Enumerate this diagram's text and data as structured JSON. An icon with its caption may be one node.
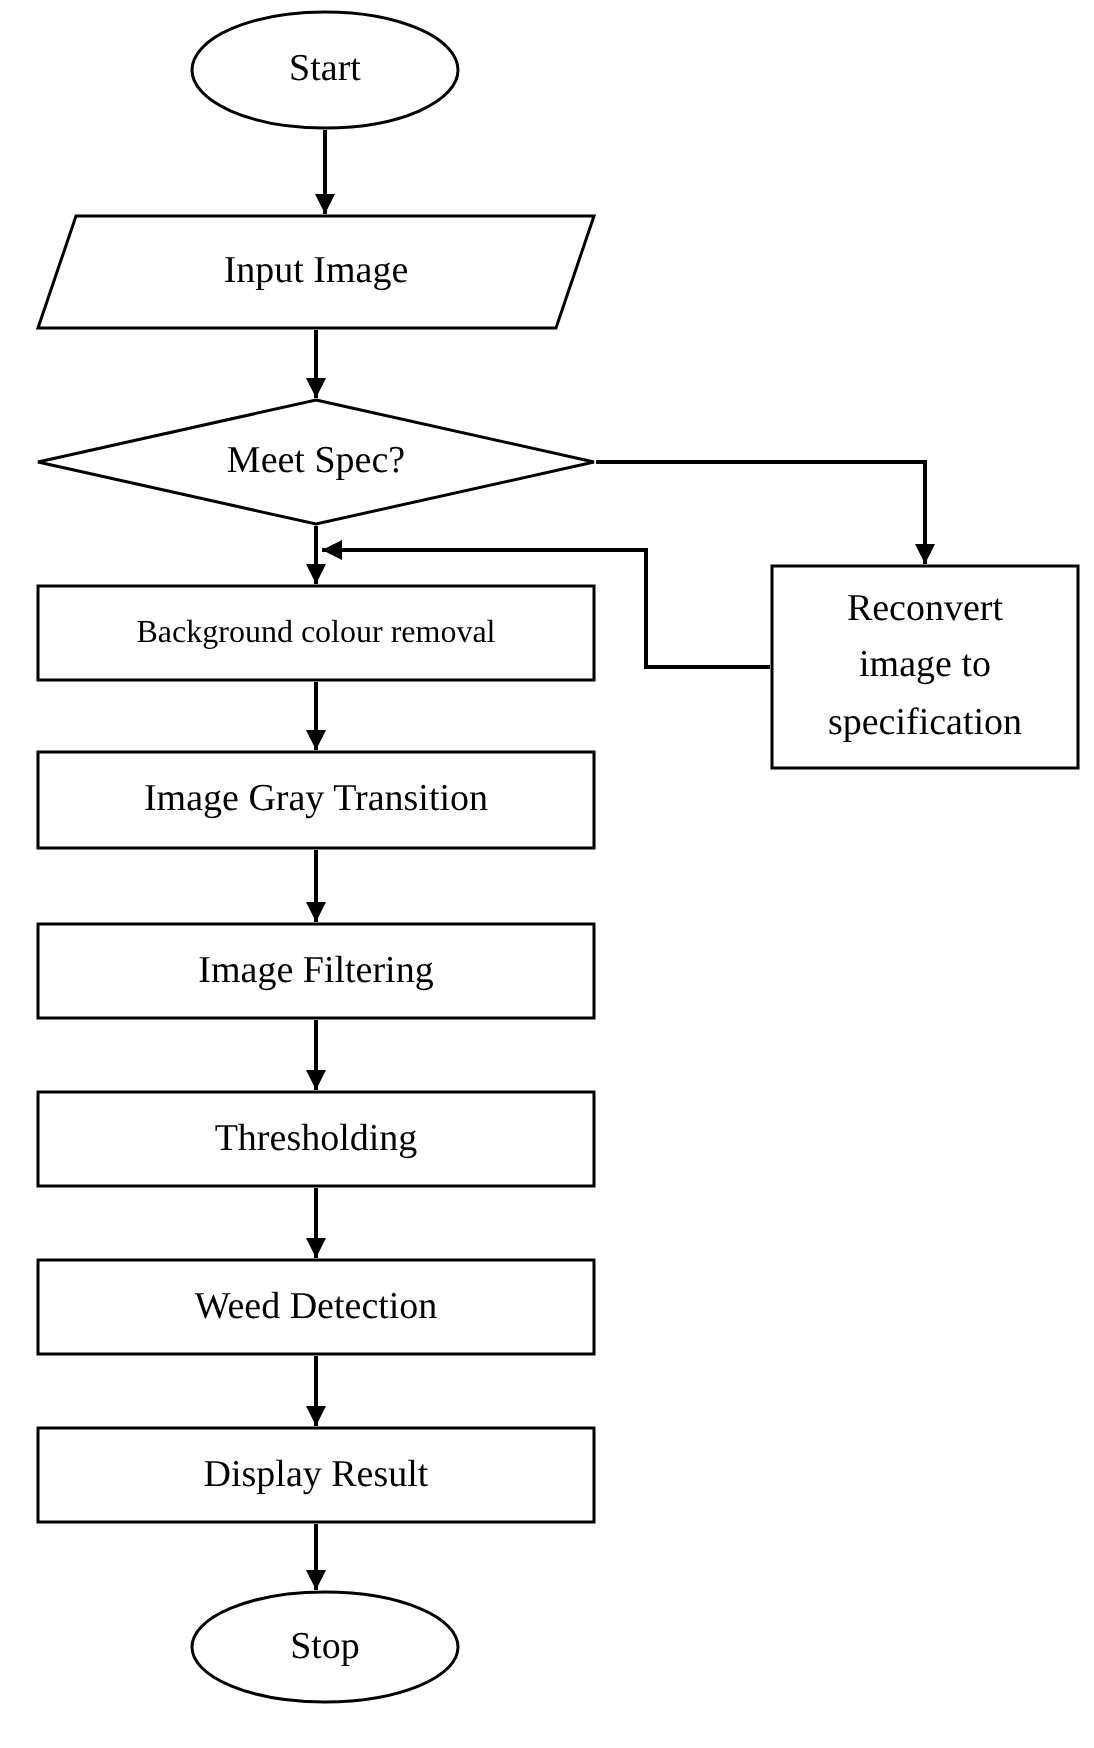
{
  "diagram": {
    "nodes": [
      {
        "text": [
          "Start"
        ]
      },
      {
        "text": [
          "Input Image"
        ]
      },
      {
        "text": [
          "Meet Spec?"
        ]
      },
      {
        "text": [
          "Reconvert image to specification"
        ]
      },
      {
        "text": [
          "Background colour removal"
        ]
      },
      {
        "text": [
          "Image Gray Transition"
        ]
      },
      {
        "text": [
          "Image Filtering"
        ]
      },
      {
        "text": [
          "Thresholding"
        ]
      },
      {
        "text": [
          "Weed Detection"
        ]
      },
      {
        "text": [
          "Display Result"
        ]
      },
      {
        "text": [
          "Stop"
        ]
      }
    ],
    "edges": [
      {
        "from": 0,
        "to": 1,
        "arrow": "to"
      },
      {
        "from": 1,
        "to": 2,
        "arrow": "to"
      },
      {
        "from": 2,
        "to": 3,
        "arrow": "to"
      },
      {
        "from": 3,
        "to": 4,
        "arrow": "to"
      },
      {
        "from": 2,
        "to": 4,
        "arrow": "to"
      },
      {
        "from": 4,
        "to": 5,
        "arrow": "to"
      },
      {
        "from": 5,
        "to": 6,
        "arrow": "to"
      },
      {
        "from": 6,
        "to": 7,
        "arrow": "to"
      },
      {
        "from": 7,
        "to": 8,
        "arrow": "to"
      },
      {
        "from": 8,
        "to": 9,
        "arrow": "to"
      },
      {
        "from": 9,
        "to": 10,
        "arrow": "to"
      }
    ]
  }
}
